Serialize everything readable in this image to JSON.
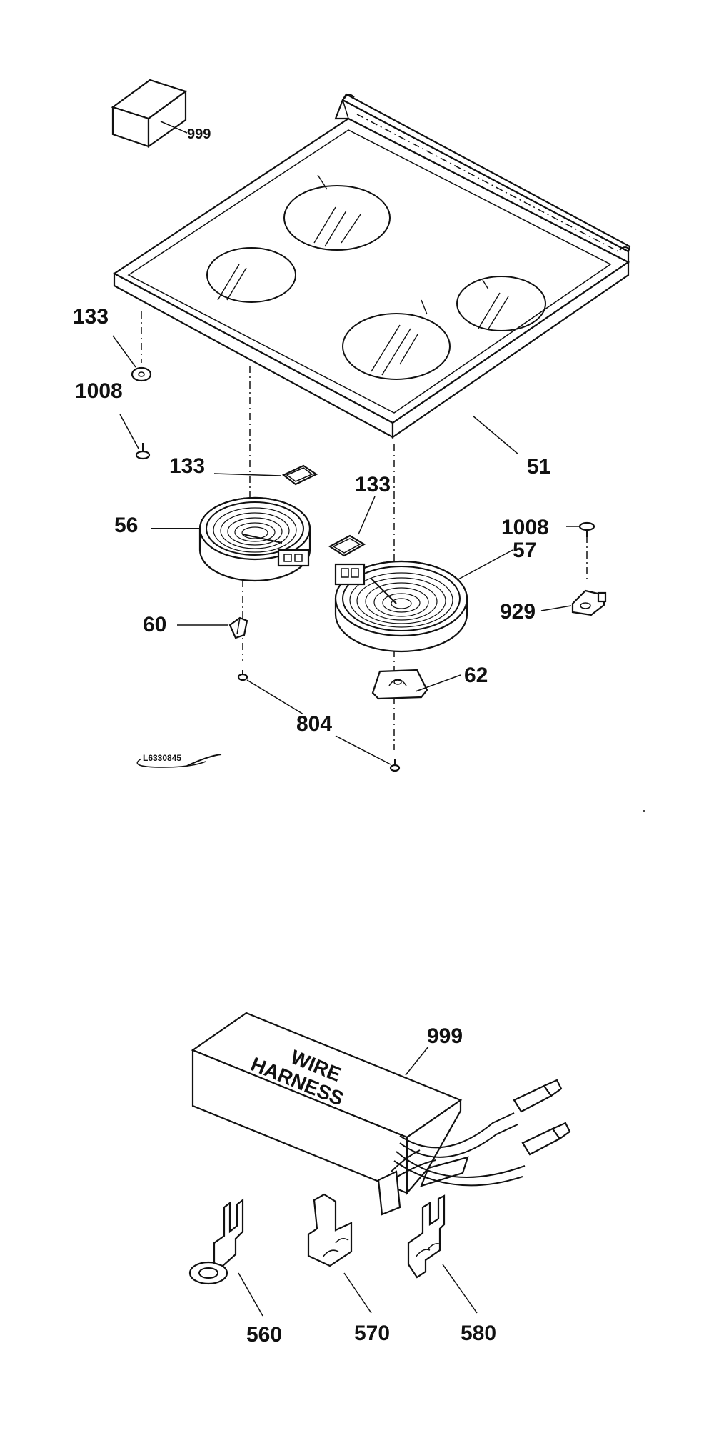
{
  "labels": {
    "box_999_top": "999",
    "grommet_133_left": "133",
    "screw_1008_left": "1008",
    "pad_133_center": "133",
    "pad_133_right": "133",
    "cooktop_51": "51",
    "element_56": "56",
    "element_57": "57",
    "screw_1008_right": "1008",
    "bracket_929": "929",
    "clip_60": "60",
    "bracket_62": "62",
    "screw_804": "804",
    "box_999_bottom": "999",
    "terminal_560": "560",
    "terminal_570": "570",
    "terminal_580": "580"
  },
  "harness_box": {
    "line1": "WIRE",
    "line2": "HARNESS"
  },
  "stamp": "L6330845"
}
